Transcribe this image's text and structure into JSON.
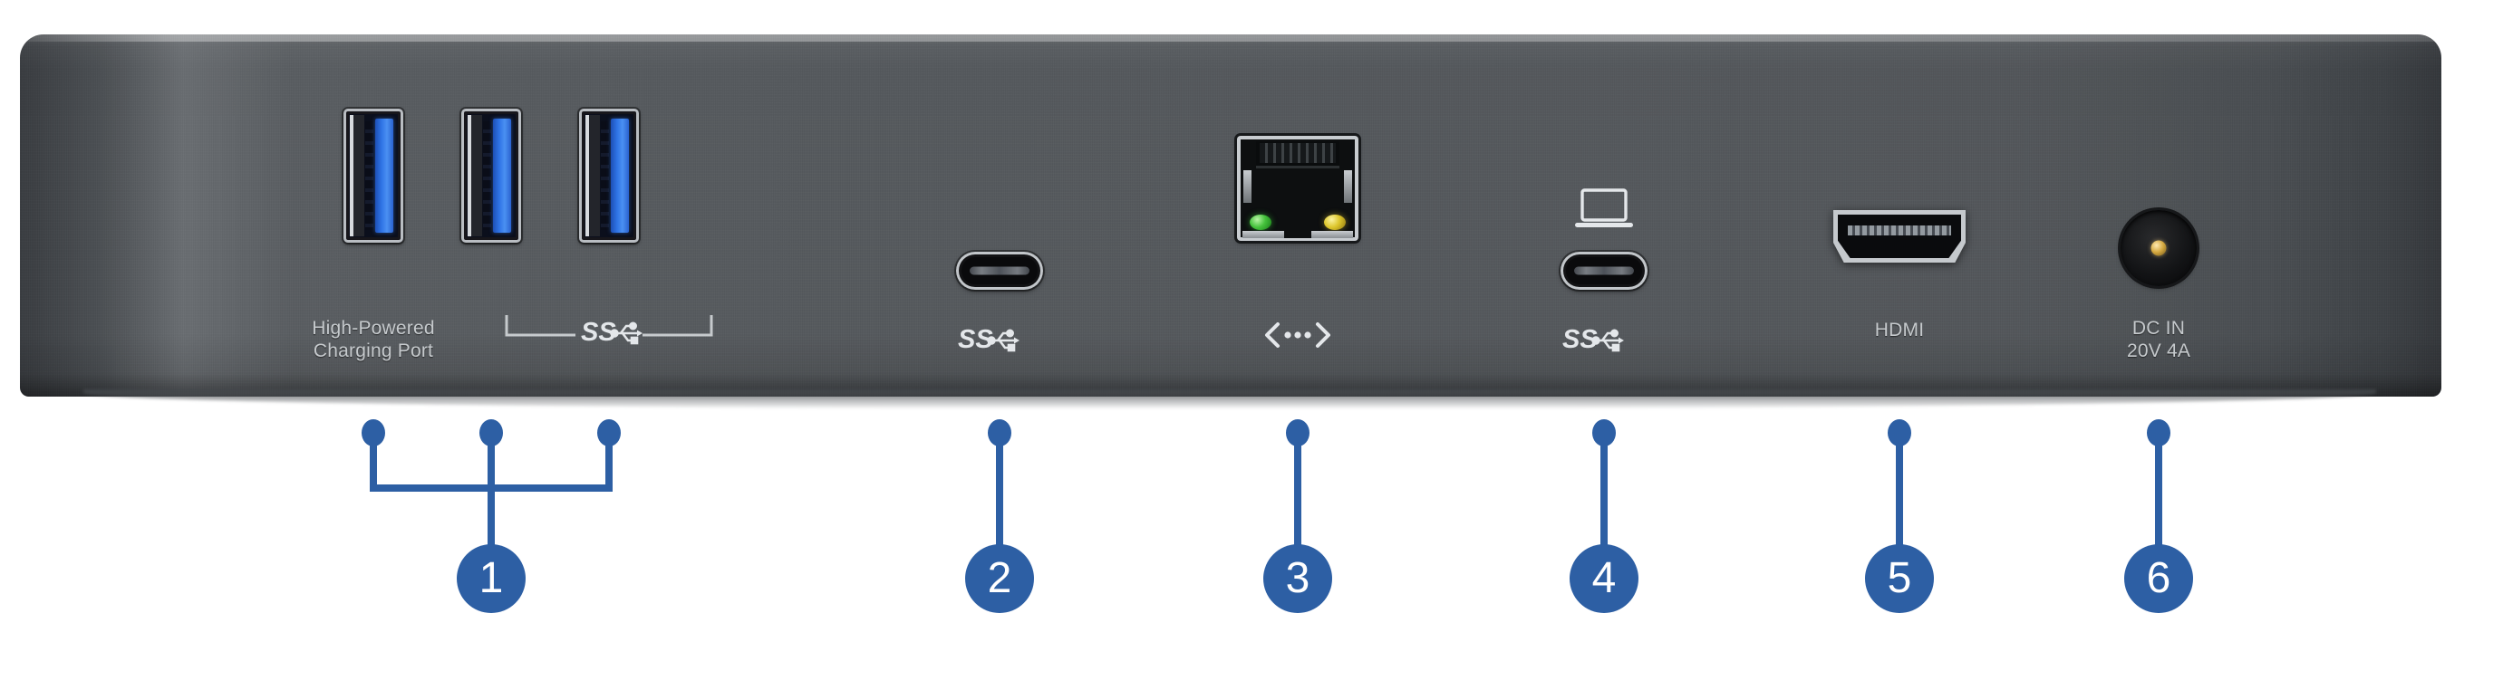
{
  "colors": {
    "accent": "#2d5fa4",
    "chassis_dark": "#3a3d41",
    "chassis_light": "#6a6e72",
    "label_text": "#c6cacd",
    "usb_blue": "#2f74e6",
    "led_green": "#45c23c",
    "led_amber": "#ddc62c",
    "dc_pin_gold": "#d4a83f",
    "background": "#ffffff"
  },
  "device": {
    "view": "rear panel",
    "chassis_finish": "brushed dark grey aluminium"
  },
  "ports": [
    {
      "id": "usb-a-1",
      "type": "usb-a",
      "label": "High-Powered\nCharging Port",
      "icon": "",
      "callout": 1
    },
    {
      "id": "usb-a-2",
      "type": "usb-a",
      "label": "",
      "icon": "superspeed-usb-icon",
      "callout": 1
    },
    {
      "id": "usb-a-3",
      "type": "usb-a",
      "label": "",
      "icon": "superspeed-usb-icon",
      "callout": 1
    },
    {
      "id": "usb-c-downstream",
      "type": "usb-c",
      "label": "",
      "icon": "superspeed-usb-icon",
      "callout": 2
    },
    {
      "id": "ethernet",
      "type": "rj45",
      "label": "",
      "icon": "ethernet-icon",
      "callout": 3
    },
    {
      "id": "usb-c-host",
      "type": "usb-c",
      "label": "",
      "icon": "superspeed-usb-icon",
      "icon_above": "laptop-host-icon",
      "callout": 4
    },
    {
      "id": "hdmi",
      "type": "hdmi",
      "label": "HDMI",
      "icon": "",
      "callout": 5
    },
    {
      "id": "dc-in",
      "type": "dc-barrel",
      "label": "DC IN\n20V 4A",
      "icon": "",
      "callout": 6
    }
  ],
  "shared_labels": [
    {
      "id": "usb-a-pair-bracket",
      "icon": "superspeed-usb-icon",
      "spans": [
        "usb-a-2",
        "usb-a-3"
      ]
    }
  ],
  "callouts": [
    {
      "number": "1",
      "targets": [
        "usb-a-1",
        "usb-a-2",
        "usb-a-3"
      ],
      "style": "bracketed"
    },
    {
      "number": "2",
      "targets": [
        "usb-c-downstream"
      ],
      "style": "simple"
    },
    {
      "number": "3",
      "targets": [
        "ethernet"
      ],
      "style": "simple"
    },
    {
      "number": "4",
      "targets": [
        "usb-c-host"
      ],
      "style": "simple"
    },
    {
      "number": "5",
      "targets": [
        "hdmi"
      ],
      "style": "simple"
    },
    {
      "number": "6",
      "targets": [
        "dc-in"
      ],
      "style": "simple"
    }
  ]
}
